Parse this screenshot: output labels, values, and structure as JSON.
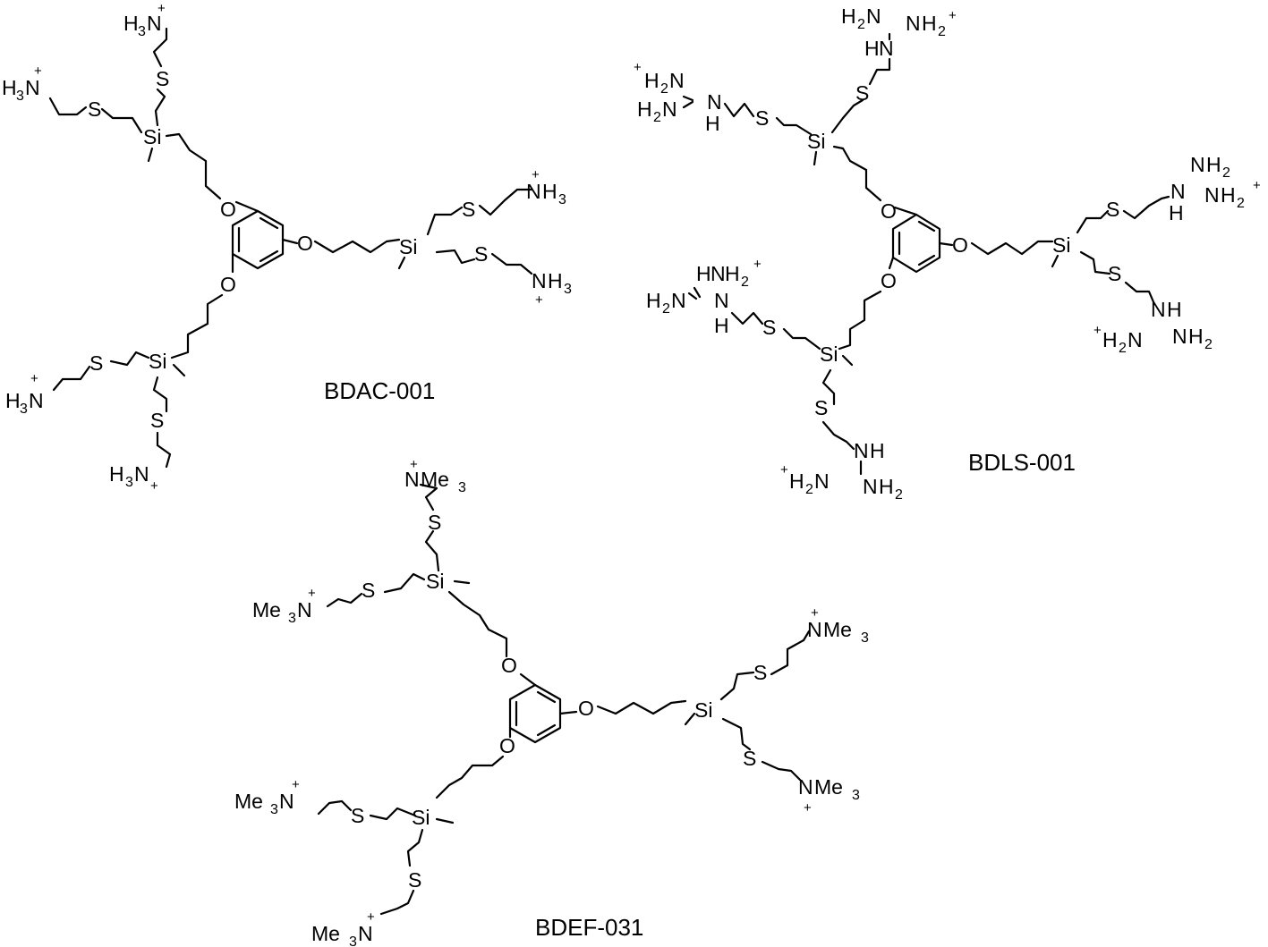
{
  "molecules": [
    {
      "label": "BDAC-001",
      "atoms": {
        "o": "O",
        "si": "Si",
        "s": "S",
        "n": "N",
        "h": "H",
        "h3": "3",
        "plus": "+"
      }
    },
    {
      "label": "BDLS-001",
      "atoms": {
        "o": "O",
        "si": "Si",
        "s": "S",
        "n": "N",
        "h": "H",
        "h2": "2",
        "plus": "+"
      }
    },
    {
      "label": "BDEF-031",
      "atoms": {
        "o": "O",
        "si": "Si",
        "s": "S",
        "n": "N",
        "me": "Me",
        "me3": "3",
        "plus": "+"
      }
    }
  ],
  "colors": {
    "ink": "#000000",
    "background": "#ffffff"
  }
}
